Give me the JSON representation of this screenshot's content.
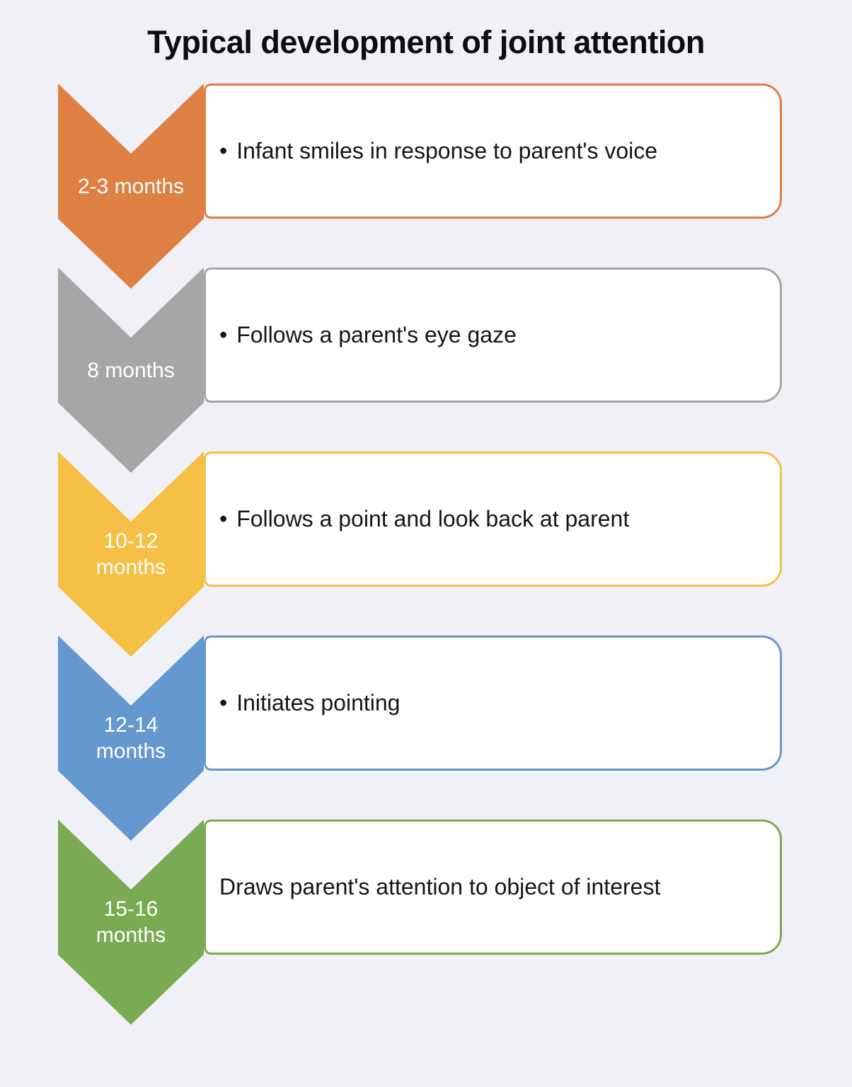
{
  "title": "Typical development of joint attention",
  "background": "#f0f1f7",
  "box_background": "#ffffff",
  "text_color": "#151515",
  "age_text_color": "#ffffff",
  "rows": [
    {
      "age": "2-3 months",
      "bullet": "•",
      "text": "Infant smiles in response to parent's voice",
      "color": "#de8044"
    },
    {
      "age": "8 months",
      "bullet": "•",
      "text": "Follows a parent's eye gaze",
      "color": "#a6a6a6"
    },
    {
      "age": "10-12\nmonths",
      "bullet": "•",
      "text": "Follows a point and look back at parent",
      "color": "#f5c045"
    },
    {
      "age": "12-14\nmonths",
      "bullet": "•",
      "text": "Initiates pointing",
      "color": "#6598ce"
    },
    {
      "age": "15-16\nmonths",
      "bullet": "",
      "text": "Draws parent's attention to object of interest",
      "color": "#7aab53"
    }
  ]
}
